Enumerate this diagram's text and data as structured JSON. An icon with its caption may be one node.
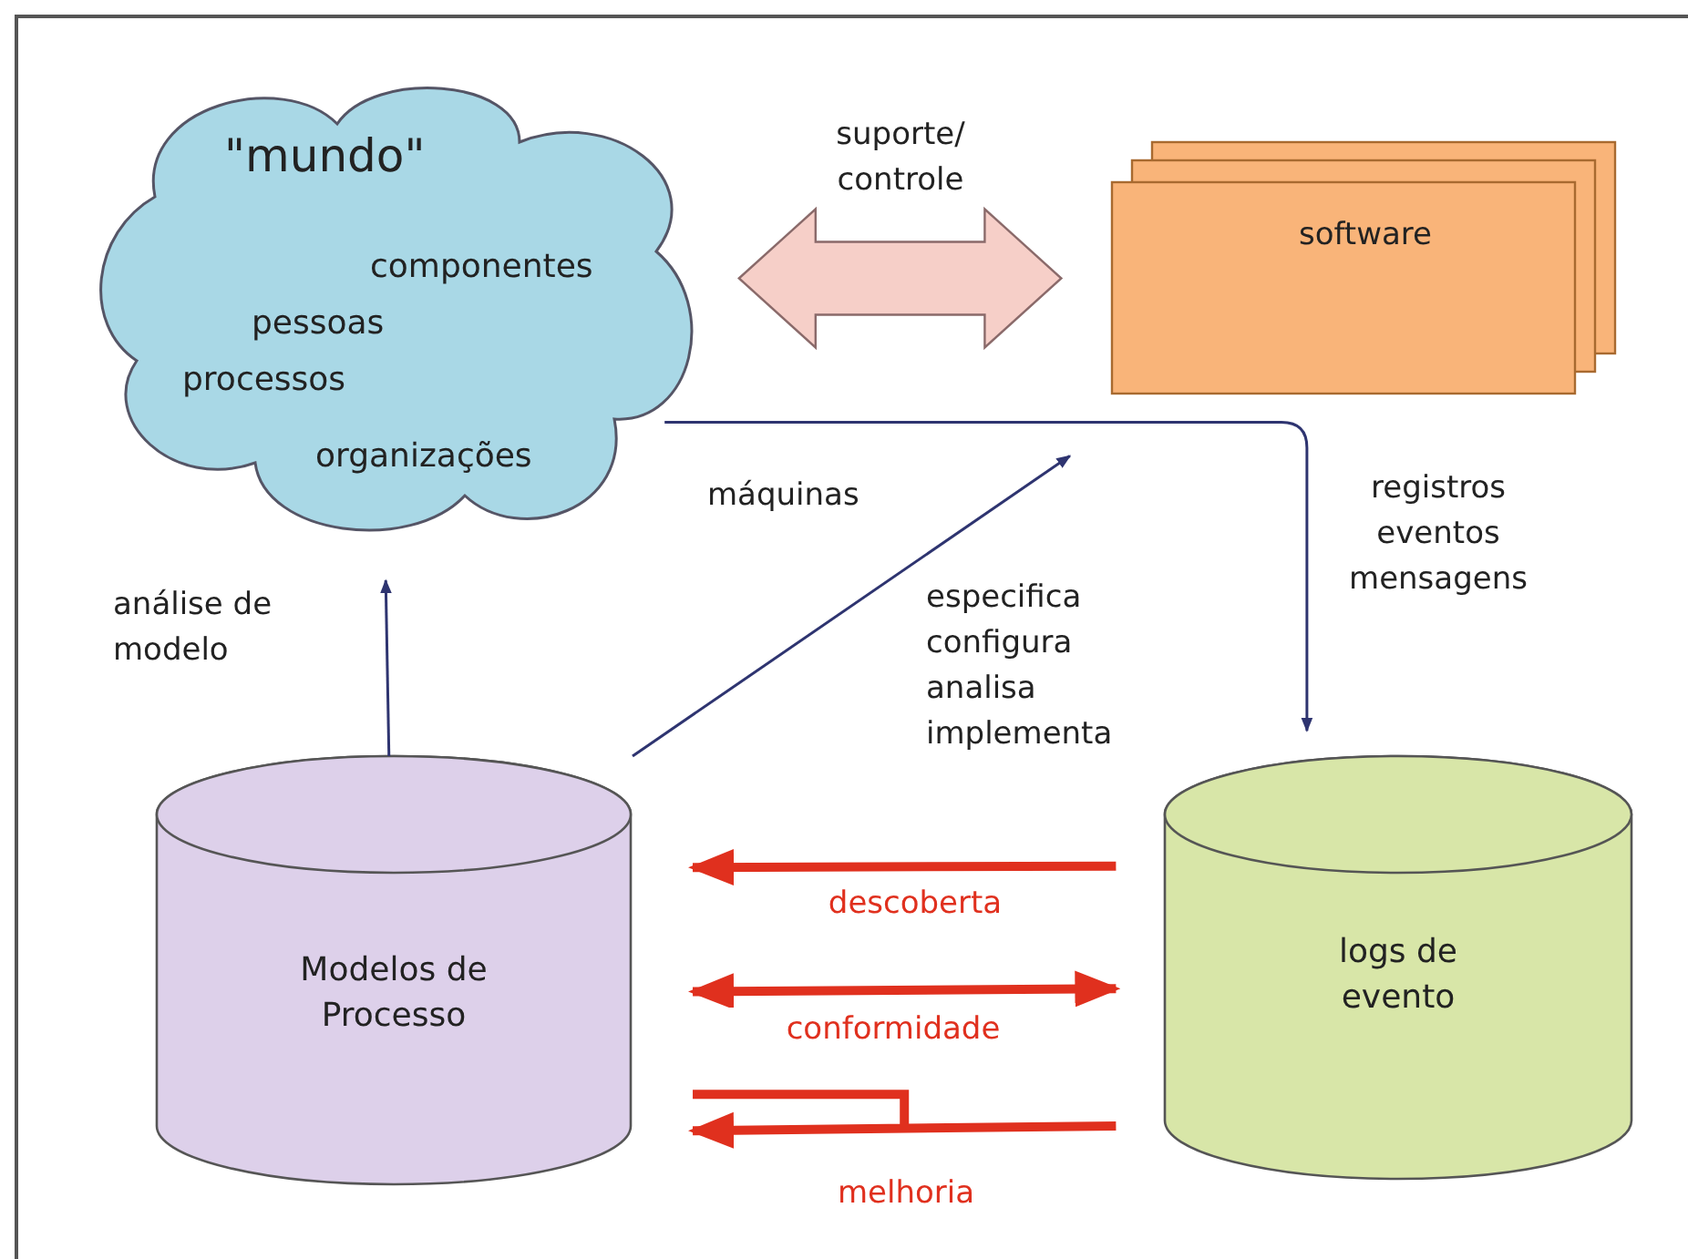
{
  "diagram": {
    "nodes": [
      {
        "text": [
          "\"mundo\"",
          "componentes",
          "pessoas",
          "processos",
          "organizações"
        ],
        "beside": [
          "máquinas"
        ]
      },
      {
        "text": [
          "software"
        ]
      },
      {
        "text": [
          "Modelos de Processo"
        ]
      },
      {
        "text": [
          "logs de evento"
        ]
      }
    ],
    "edges": [
      {
        "from": 0,
        "to": 1,
        "arrow": "both",
        "label": "suporte/ controle",
        "style": "thick",
        "color": "#f6cfc8"
      },
      {
        "from": 2,
        "to": 0,
        "arrow": "to",
        "label": "análise de modelo",
        "color": "#2e3470"
      },
      {
        "from": 2,
        "to": 1,
        "arrow": "to",
        "label": "especifica configura analisa implementa",
        "color": "#2e3470"
      },
      {
        "from": 0,
        "to": 3,
        "arrow": "to",
        "label": "registros eventos mensagens",
        "color": "#2e3470"
      },
      {
        "from": 3,
        "to": 2,
        "arrow": "to",
        "label": "descoberta",
        "style": "thick",
        "color": "#e0301e"
      },
      {
        "from": 2,
        "to": 3,
        "arrow": "both",
        "label": "conformidade",
        "style": "thick",
        "color": "#e0301e"
      },
      {
        "from": 3,
        "to": 2,
        "arrow": "to",
        "label": "melhoria",
        "style": "thick",
        "color": "#e0301e"
      }
    ]
  }
}
